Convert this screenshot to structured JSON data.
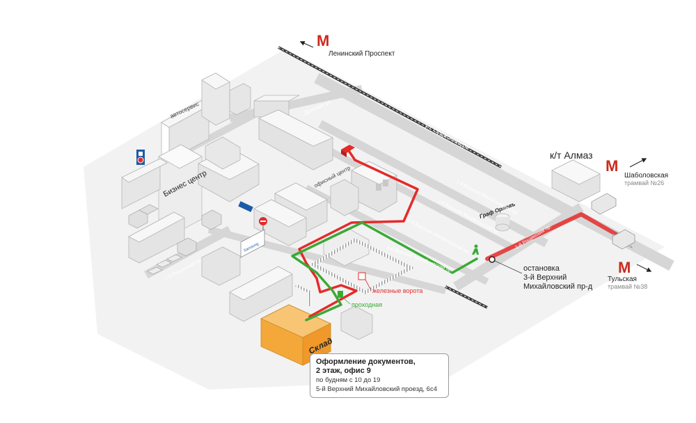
{
  "metro": {
    "leninsky": "Ленинский Проспект",
    "shabolovskaya": "Шаболовская",
    "shabolovskaya_tram": "трамвай №26",
    "tulskaya": "Тульская",
    "tulskaya_tram": "трамвай №38"
  },
  "streets": {
    "donskaya": "Донская ул.",
    "ordzhonikidze": "ул. Орджоникидзе",
    "verkh1_top": "1-й Верхний Михайловский пр.",
    "verkh2": "2-й Верхний Михайловский пр.",
    "verkh3": "3-й Верхний Михайловский пр.",
    "verkh4": "4-й Верхний Михайловский пр.",
    "roshchinsky_right": "1-й Рощинский пр.",
    "roshchinsky_left": "1-й Рощинский пр."
  },
  "places": {
    "kt_almaz": "к/т Алмаз",
    "autoservice": "автосервис",
    "business_center": "Бизнес центр",
    "office_center": "офисный центр",
    "graf_orlov": "Граф Орловъ",
    "sklad": "Склад",
    "brand_sign": "Samsung"
  },
  "bus_stop": {
    "line1": "остановка",
    "line2": "3-й Верхний",
    "line3": "Михайловский пр-д"
  },
  "legend": {
    "iron_gates": "железные ворота",
    "checkpoint": "проходная"
  },
  "info": {
    "title_line1": "Оформление документов,",
    "title_line2": "2 этаж, офис 9",
    "hours": "по будням с 10 до 19",
    "address": "5-й Верхний Михайловский проезд, 6с4"
  },
  "colors": {
    "car_route": "#e52a2a",
    "walk_route": "#3aaa35",
    "metro": "#cc2a1e",
    "warehouse": "#f4a83a",
    "road": "#d4d4d4",
    "railway": "#3a3a3a"
  },
  "icons": {
    "metro": "metro-m-icon",
    "pedestrian": "pedestrian-icon",
    "bus_stop": "bus-stop-marker-icon",
    "no_entry": "no-entry-sign-icon",
    "parking": "parking-sign-icon",
    "car": "car-icon",
    "tram": "tram-icon"
  }
}
